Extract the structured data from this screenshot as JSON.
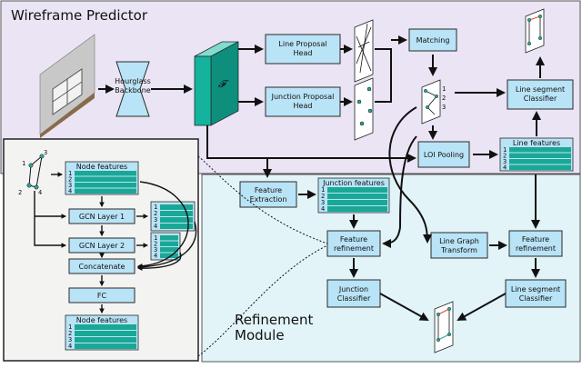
{
  "colors": {
    "predictor_bg": "#eae4f4",
    "refinement_bg": "#e2f4f8",
    "gnn_panel_bg": "#f3f3f1",
    "box_fill": "#b9e3f6",
    "feature_map": "#13b39d",
    "feature_cell": "#1aa896"
  },
  "titles": {
    "wireframe_predictor": "Wireframe Predictor",
    "refinement_line1": "Refinement",
    "refinement_line2": "Module"
  },
  "feature_map_symbol": "𝓕",
  "boxes": {
    "hourglass": [
      "Hourglass",
      "Backbone"
    ],
    "line_proposal": [
      "Line Proposal",
      "Head"
    ],
    "junction_proposal": [
      "Junction Proposal",
      "Head"
    ],
    "matching": [
      "Matching"
    ],
    "line_segment_classifier_top": [
      "Line segment",
      "Classifier"
    ],
    "loi_pooling": [
      "LOI Pooling"
    ],
    "feature_extraction": [
      "Feature",
      "Extraction"
    ],
    "feature_refinement_left": [
      "Feature",
      "refinement"
    ],
    "line_graph_transform": [
      "Line Graph",
      "Transform"
    ],
    "feature_refinement_right": [
      "Feature",
      "refinement"
    ],
    "junction_classifier": [
      "Junction",
      "Classifier"
    ],
    "line_segment_classifier_bottom": [
      "Line segment",
      "Classifier"
    ],
    "gcn1": [
      "GCN Layer 1"
    ],
    "gcn2": [
      "GCN Layer 2"
    ],
    "concatenate": [
      "Concatenate"
    ],
    "fc": [
      "FC"
    ]
  },
  "feature_labels": {
    "line_features": "Line features",
    "junction_features": "Junction features",
    "node_features_top": "Node features",
    "node_features_bottom": "Node features"
  },
  "row_numbers": [
    "1",
    "2",
    "3",
    "4"
  ],
  "graph_node_labels": [
    "1",
    "2",
    "3",
    "4"
  ],
  "junction_node_labels": [
    "1",
    "2",
    "3"
  ]
}
